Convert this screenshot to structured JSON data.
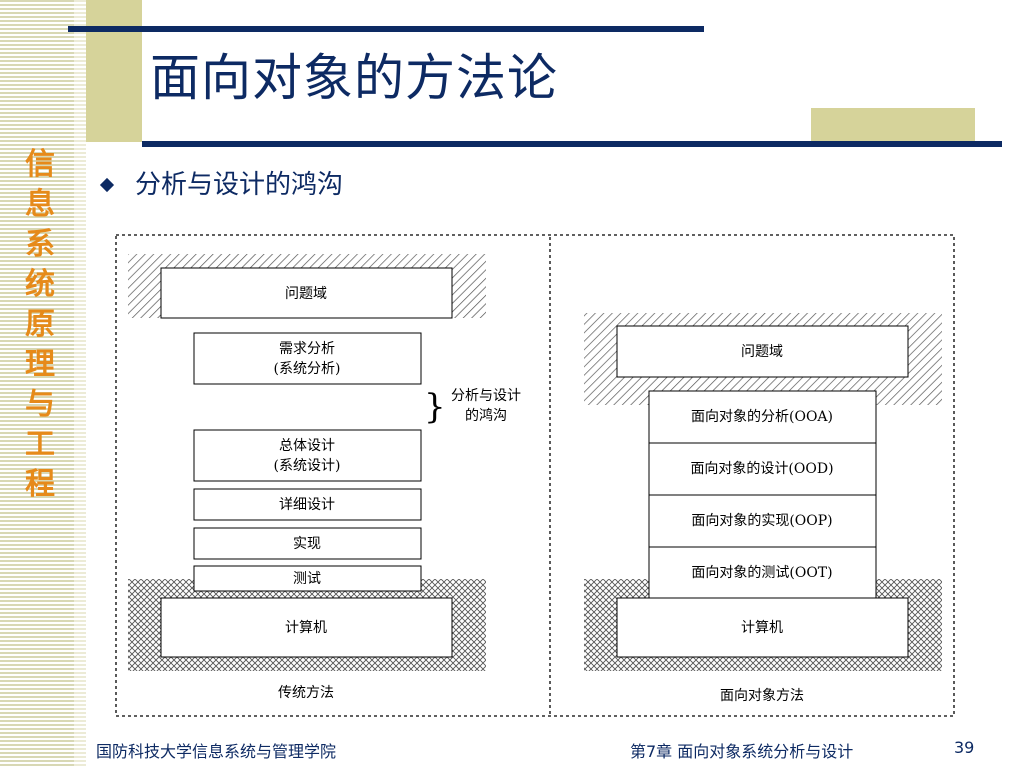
{
  "side_title": [
    "信",
    "息",
    "系",
    "统",
    "原",
    "理",
    "与",
    "工",
    "程"
  ],
  "slide_title": "面向对象的方法论",
  "bullet": "分析与设计的鸿沟",
  "diagram": {
    "traditional": {
      "problem_domain": "问题域",
      "req_line1": "需求分析",
      "req_line2": "(系统分析)",
      "gap_line1": "分析与设计",
      "gap_line2": "的鸿沟",
      "design_line1": "总体设计",
      "design_line2": "(系统设计)",
      "detail": "详细设计",
      "implement": "实现",
      "test": "测试",
      "computer": "计算机",
      "caption": "传统方法"
    },
    "oo": {
      "problem_domain": "问题域",
      "ooa": "面向对象的分析(OOA)",
      "ood": "面向对象的设计(OOD)",
      "oop": "面向对象的实现(OOP)",
      "oot": "面向对象的测试(OOT)",
      "computer": "计算机",
      "caption": "面向对象方法"
    }
  },
  "footer": {
    "school": "国防科技大学信息系统与管理学院",
    "chapter": "第7章 面向对象系统分析与设计",
    "page": "39"
  },
  "colors": {
    "navy": "#0d2a63",
    "orange": "#e68a1a",
    "olive": "#d6d39a"
  }
}
